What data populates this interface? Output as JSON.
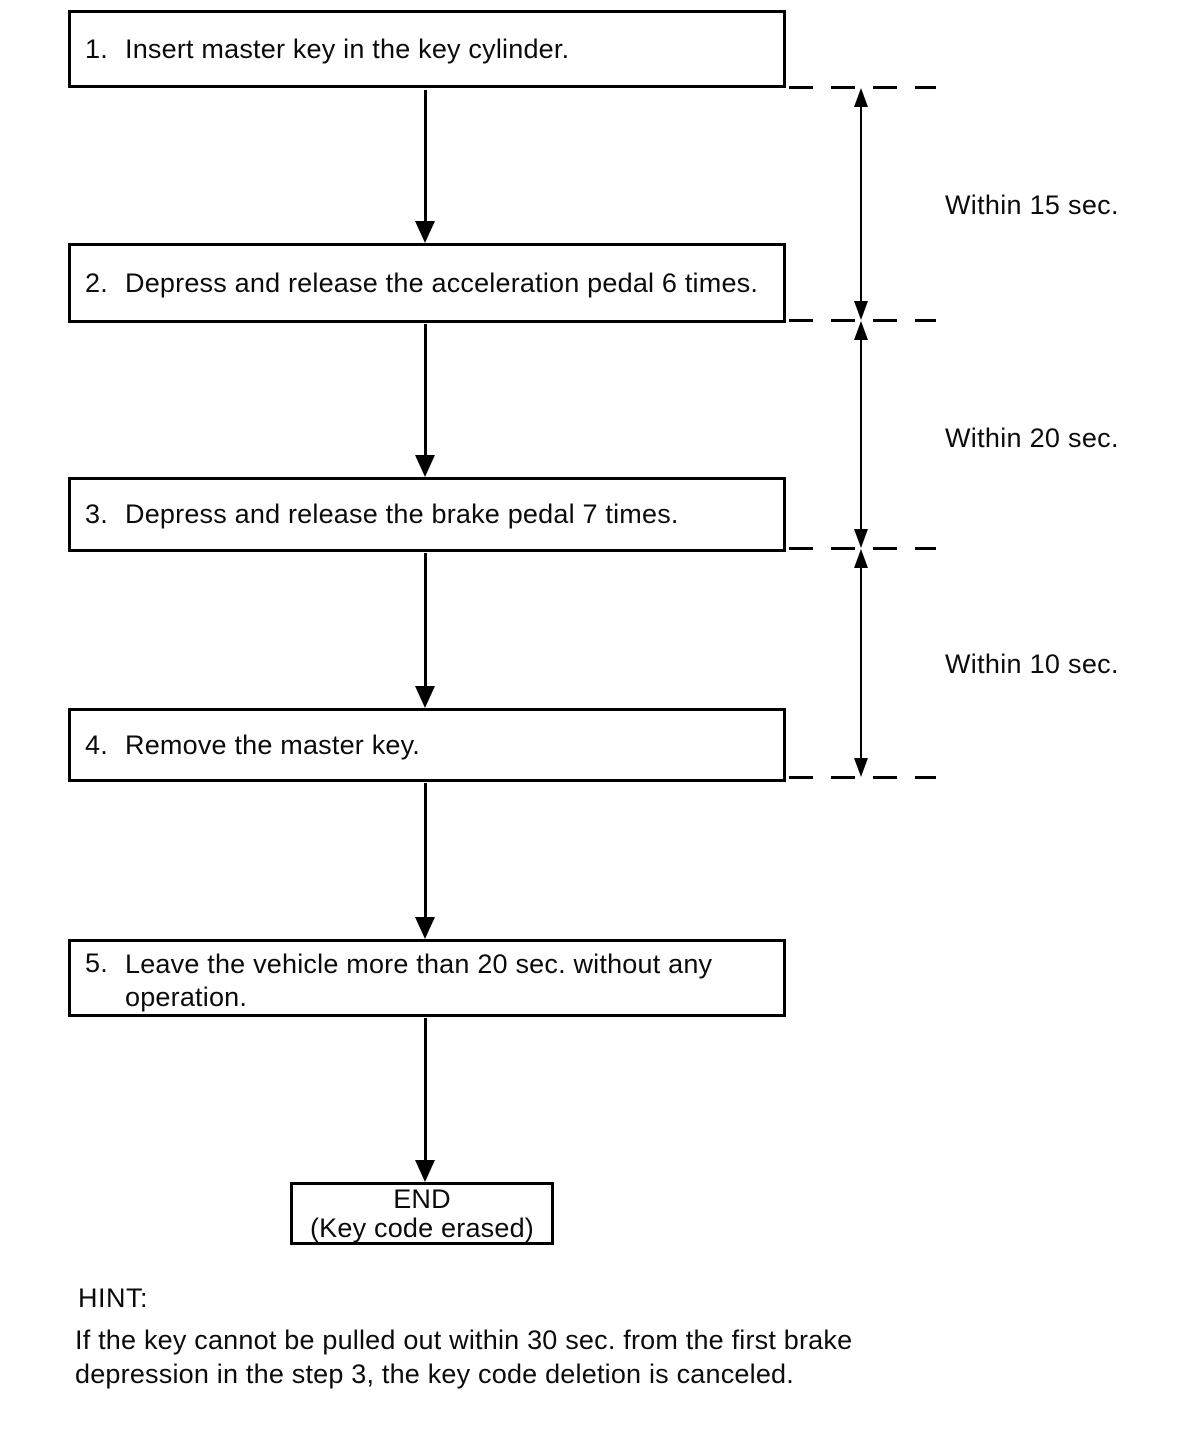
{
  "flowchart": {
    "steps": [
      {
        "number": "1.",
        "text": "Insert master key in the key cylinder."
      },
      {
        "number": "2.",
        "text": "Depress and release the acceleration pedal 6 times."
      },
      {
        "number": "3.",
        "text": "Depress and release the brake pedal 7 times."
      },
      {
        "number": "4.",
        "text": "Remove the master key."
      },
      {
        "number": "5.",
        "text": "Leave the vehicle more than 20 sec. without any operation."
      }
    ],
    "timings": [
      {
        "label": "Within 15 sec."
      },
      {
        "label": "Within 20 sec."
      },
      {
        "label": "Within 10 sec."
      }
    ],
    "end": {
      "title": "END",
      "subtitle": "(Key code erased)"
    }
  },
  "hint": {
    "heading": "HINT:",
    "lines": [
      "If the key cannot be pulled out within 30 sec. from the first brake",
      "depression in the step 3, the key code deletion is canceled."
    ]
  },
  "colors": {
    "ink": "#000000",
    "paper": "#ffffff"
  }
}
